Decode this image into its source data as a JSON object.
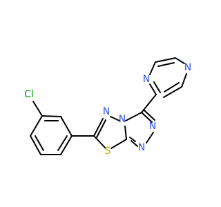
{
  "molecule": {
    "atoms": {
      "cl": {
        "symbol": "Cl",
        "color": "#00a000"
      },
      "n_pyrazine_top": {
        "symbol": "N",
        "color": "#3050f8"
      },
      "n_pyrazine_left": {
        "symbol": "N",
        "color": "#3050f8"
      },
      "n_thiadiazole": {
        "symbol": "N",
        "color": "#3050f8"
      },
      "n_bridge": {
        "symbol": "N",
        "color": "#3050f8"
      },
      "n_triazole_1": {
        "symbol": "N",
        "color": "#3050f8"
      },
      "n_triazole_2": {
        "symbol": "N",
        "color": "#3050f8"
      },
      "s": {
        "symbol": "S",
        "color": "#c8b400"
      }
    }
  }
}
